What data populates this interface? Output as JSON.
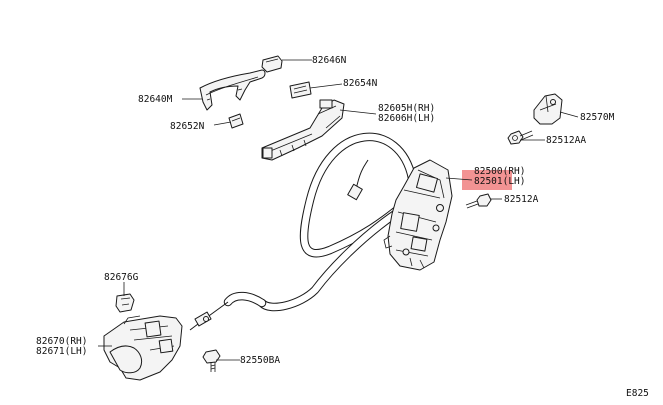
{
  "labels": {
    "p82646N": "82646N",
    "p82654N": "82654N",
    "p82640M": "82640M",
    "p82652N": "82652N",
    "p82605H": "82605H(RH)",
    "p82606H": "82606H(LH)",
    "p82570M": "82570M",
    "p82512AA": "82512AA",
    "p82500": "82500(RH)",
    "p82501": "82501(LH)",
    "p82512A": "82512A",
    "p82676G": "82676G",
    "p82670": "82670(RH)",
    "p82671": "82671(LH)",
    "p82550BA": "82550BA",
    "figure_code": "E825"
  },
  "highlight": {
    "part": "82501(LH)",
    "color": "#f08080"
  }
}
